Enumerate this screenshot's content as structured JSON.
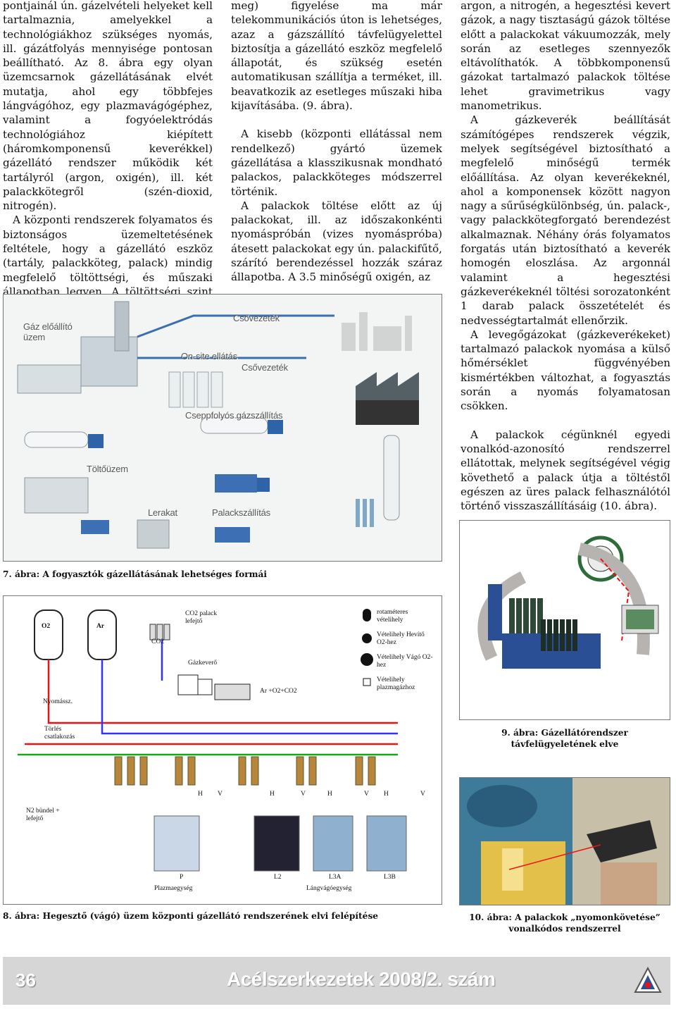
{
  "columns": {
    "col1": [
      "pontjainál ún. gázelvételi helyeket kell tartalmaznia, amelyekkel a technológiákhoz szükséges nyomás, ill. gázátfolyás mennyisége pontosan beállítható. Az 8. ábra egy olyan üzemcsarnok gázellátásának elvét mutatja, ahol egy többfejes lángvágóhoz, egy plazmavágógéphez, valamint a fogyóelektródás technológiához kiépített (háromkomponensű keverékkel) gázellátó rendszer működik két tartályról (argon, oxigén), ill. két palackkötegről (szén-dioxid, nitrogén).",
      "A központi rendszerek folyamatos és biztonságos üzemeltetésének feltétele, hogy a gázellátó eszköz (tartály, palackköteg, palack) mindig megfelelő töltöttségi, és műszaki állapotban legyen. A töltöttségi szint (nyomás, tö-"
    ],
    "col2": [
      "meg) figyelése ma már telekommunikációs úton is lehetséges, azaz a gázszállító távfelügyelettel biztosítja a gázellátó eszköz megfelelő állapotát, és szükség esetén automatikusan szállítja a terméket, ill. beavatkozik az esetleges műszaki hiba kijavításába. (9. ábra).",
      "A kisebb (központi ellátással nem rendelkező) gyártó üzemek gázellátása a klasszikusnak mondható palackos, palackköteges módszerrel történik.",
      "A palackok töltése előtt az új palackokat, ill. az időszakonkénti nyomáspróbán (vizes nyomáspróba) átesett palackokat egy ún. palackifűtő, szárító berendezéssel hozzák száraz állapotba. A 3.5 minőségű oxigén, az"
    ],
    "col3": [
      "argon, a nitrogén, a hegesztési kevert gázok, a nagy tisztaságú gázok töltése előtt a palackokat vákuumozzák, mely során az esetleges szennyezők eltávolíthatók. A többkomponensű gázokat tartalmazó palackok töltése lehet gravimetrikus vagy manometrikus.",
      "A gázkeverék beállítását számítógépes rendszerek végzik, melyek segítségével biztosítható a megfelelő minőségű termék előállítása. Az olyan keverékeknél, ahol a komponensek között nagyon nagy a sűrűségkülönbség, ún. palack-, vagy palackkötegforgató berendezést alkalmaznak. Néhány órás folyamatos forgatás után biztosítható a keverék homogén eloszlása. Az argonnál valamint a hegesztési gázkeverékeknél töltési sorozatonként 1 darab palack összetételét és nedvességtartalmát ellenőrzik.",
      "A levegőgázokat (gázkeverékeket) tartalmazó palackok nyomása a külső hőmérséklet függvényében kismértékben változhat, a fogyasztás során a nyomás folyamatosan csökken.",
      "A palackok cégünknél egyedi vonalkód-azonosító rendszerrel ellátottak, melynek segítségével végig követhető a palack útja a töltéstől egészen az üres palack felhasználótól történő visszaszállításáig (10. ábra)."
    ]
  },
  "figure7": {
    "labels": {
      "gas_production": "Gáz előállító üzem",
      "pipeline1": "Csővezeték",
      "onsite": "On-site ellátás",
      "pipeline2": "Csővezeték",
      "liquid": "Cseppfolyós gázszállítás",
      "filling": "Töltőüzem",
      "depot": "Lerakat",
      "cylinder_delivery": "Palackszállítás"
    },
    "caption": "7. ábra: A fogyasztók gázellátásának lehetséges formái"
  },
  "figure8": {
    "labels": {
      "o2": "O2",
      "ar": "Ar",
      "co2_bundle": "CO2 palack lefejtő",
      "co2": "CO2",
      "mixer": "Gázkeverő",
      "mix": "Ar +O2+CO2",
      "pressure": "Nyomássz.",
      "flush": "Törlés csatlakozás",
      "n2": "N2 bündel + lefejtő",
      "h1": "H",
      "v1": "V",
      "h2": "H",
      "v2": "V",
      "h3": "H",
      "v3": "V",
      "h4": "H",
      "v4": "V",
      "p": "P",
      "plasma_area": "Plazmaegység",
      "l2": "L2",
      "l3a": "L3A",
      "l3b": "L3B",
      "flame_area": "Lángvágóegység"
    },
    "legend": [
      "rotaméteres vételihely",
      "Vételihely Hevítő O2-hez",
      "Vételihely Vágó O2-hez",
      "Vételihely plazmagázhoz"
    ],
    "caption": "8. ábra: Hegesztő (vágó) üzem központi gázellátó rendszerének elvi felépítése"
  },
  "figure9": {
    "caption": "9. ábra: Gázellátórendszer távfelügyeletének elve"
  },
  "figure10": {
    "caption": "10. ábra: A palackok „nyomonkövetése” vonalkódos rendszerrel"
  },
  "footer": {
    "page": "36",
    "magazine": "Acélszerkezetek 2008/2. szám"
  }
}
